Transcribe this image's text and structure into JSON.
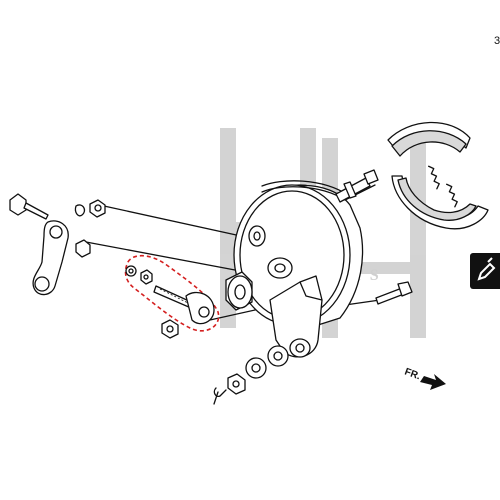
{
  "watermark": {
    "text": "PARTS"
  },
  "diagram": {
    "page_marker": "3",
    "direction_label": "FR.",
    "highlight_color": "#d42020"
  },
  "side_tab": {
    "icon": "edit-icon"
  }
}
